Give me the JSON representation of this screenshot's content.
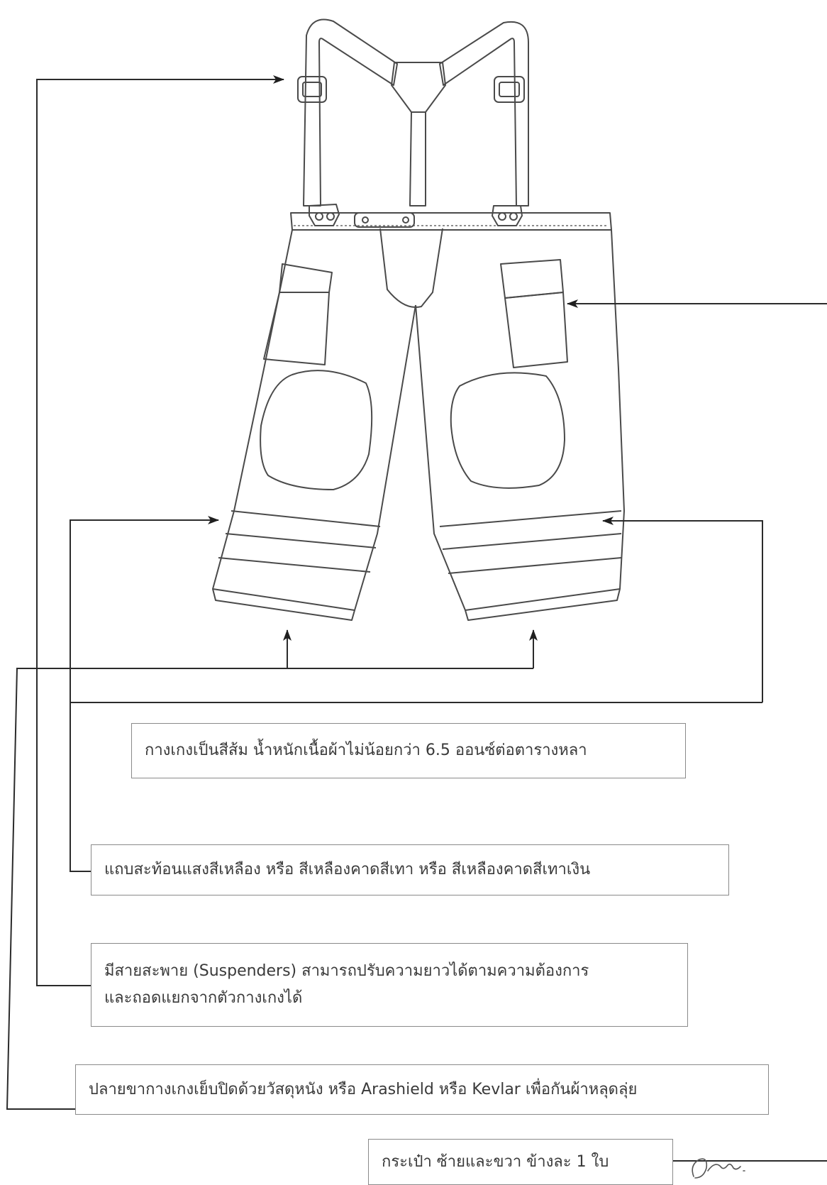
{
  "callouts": {
    "color": "กางเกงเป็นสีส้ม น้ำหนักเนื้อผ้าไม่น้อยกว่า 6.5 ออนซ์ต่อตารางหลา",
    "tape": "แถบสะท้อนแสงสีเหลือง หรือ สีเหลืองคาดสีเทา หรือ สีเหลืองคาดสีเทาเงิน",
    "suspenders_line1": "มีสายสะพาย (Suspenders) สามารถปรับความยาวได้ตามความต้องการ",
    "suspenders_line2": "และถอดแยกจากตัวกางเกงได้",
    "hem": "ปลายขากางเกงเย็บปิดด้วยวัสดุหนัง หรือ Arashield หรือ Kevlar เพื่อกันผ้าหลุดลุ่ย",
    "pocket": "กระเป๋า ซ้ายและขวา ข้างละ 1 ใบ"
  },
  "colors": {
    "outline": "#4a4a4a",
    "leader": "#2b2b2b",
    "box_border": "#8a8a8a"
  }
}
